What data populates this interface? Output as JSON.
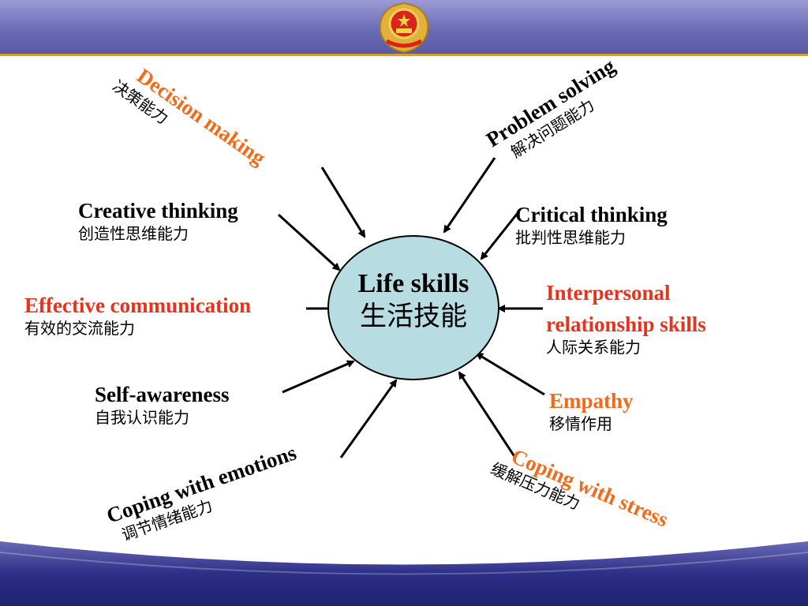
{
  "center": {
    "en": "Life skills",
    "zh": "生活技能"
  },
  "skills": {
    "decision_making": {
      "en": "Decision making",
      "zh": "决策能力"
    },
    "problem_solving": {
      "en": "Problem solving",
      "zh": "解决问题能力"
    },
    "creative_thinking": {
      "en": "Creative thinking",
      "zh": "创造性思维能力"
    },
    "critical_thinking": {
      "en": "Critical thinking",
      "zh": "批判性思维能力"
    },
    "effective_communication": {
      "en": "Effective communication",
      "zh": "有效的交流能力"
    },
    "interpersonal": {
      "en_line1": "Interpersonal",
      "en_line2": "relationship skills",
      "zh": "人际关系能力"
    },
    "self_awareness": {
      "en": "Self-awareness",
      "zh": "自我认识能力"
    },
    "empathy": {
      "en": "Empathy",
      "zh": "移情作用"
    },
    "coping_emotions": {
      "en": "Coping with emotions",
      "zh": "调节情绪能力"
    },
    "coping_stress": {
      "en": "Coping with stress",
      "zh": "缓解压力能力"
    }
  },
  "colors": {
    "header_bar": "#6c6cb4",
    "header_line": "#d39a3a",
    "center_fill": "#b7dde2",
    "red_text": "#e8321b",
    "orange_text": "#f26a1a",
    "bottom_band": "#2c2f86"
  },
  "icons": [
    "national-emblem-icon"
  ]
}
